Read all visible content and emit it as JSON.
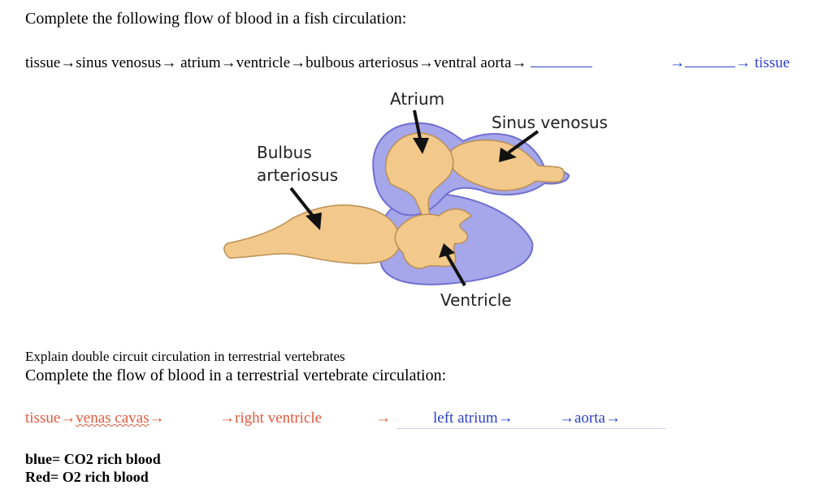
{
  "question1": "Complete the following flow of blood in a fish circulation:",
  "fish_flow": {
    "prefix": "tissue→sinus venosus→ atrium→ventricle→bulbous arteriosus→ventral aorta→",
    "blank_arrow": "→",
    "end": "→ tissue"
  },
  "diagram": {
    "atrium": "Atrium",
    "sinus_venosus": "Sinus venosus",
    "bulbus_line1": "Bulbus",
    "bulbus_line2": "arteriosus",
    "ventricle": "Ventricle",
    "colors": {
      "chamber": "#f2c98a",
      "chamber_outline": "#b98f55",
      "blood": "#a6a6ea",
      "blood_outline": "#6f6fcf"
    }
  },
  "question2": "Explain double circuit circulation in terrestrial vertebrates",
  "question3": "Complete the flow of blood in a terrestrial vertebrate circulation:",
  "terrestrial_flow": {
    "part1_prefix": "tissue→",
    "part1_venas": "venas cavas",
    "part1_arrow": "→",
    "part2": "→right ventricle",
    "part3": "→",
    "part4": "left atrium→",
    "part5": "→aorta→"
  },
  "legend": {
    "blue": "blue= CO2 rich blood",
    "red": "Red= O2 rich blood"
  },
  "colors": {
    "red_text": "#e2583a",
    "blue_text": "#2b3fd1"
  }
}
